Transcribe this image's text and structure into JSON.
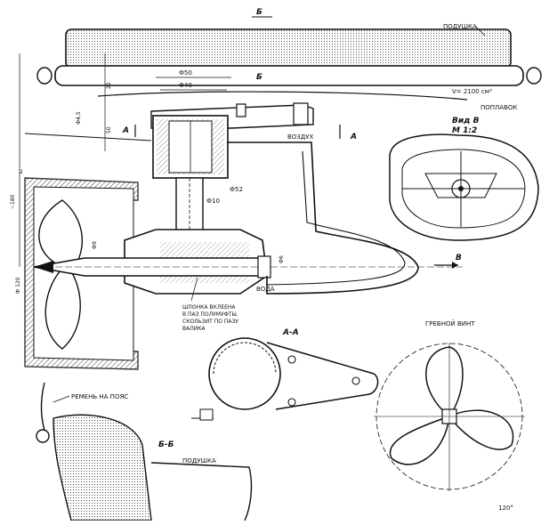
{
  "labels": {
    "pillow_top": "ПОДУШКА",
    "volume": "V= 2100 см³",
    "float": "ПОПЛАВОК",
    "section_b_top": "Б",
    "section_b_mid": "Б",
    "air": "ВОЗДУХ",
    "section_a_left": "А",
    "section_a_right": "А",
    "view_b_title": "Вид В",
    "view_b_scale": "М 1:2",
    "arrow_b": "В",
    "water": "ВОДА",
    "key_note_1": "ШПОНКА ВКЛЕЕНА",
    "key_note_2": "В ПАЗ ПОЛУМУФТЫ,",
    "key_note_3": "СКОЛЬЗИТ ПО ПАЗУ",
    "key_note_4": "ВАЛИКА",
    "section_aa": "А-А",
    "propeller": "ГРЕБНОЙ ВИНТ",
    "belt": "РЕМЕНЬ НА ПОЯС",
    "section_bb": "Б-Б",
    "pillow_bottom": "ПОДУШКА",
    "angle": "120°"
  },
  "dims": {
    "d50": "Ф50",
    "d40": "Ф40",
    "d52": "Ф52",
    "d10": "Ф10",
    "d9": "Ф9",
    "d6": "Ф6",
    "d45": "Ф4,5",
    "d120": "Ф 120",
    "h22": "22",
    "h50": "50",
    "h2": "2",
    "h180": "~180"
  }
}
